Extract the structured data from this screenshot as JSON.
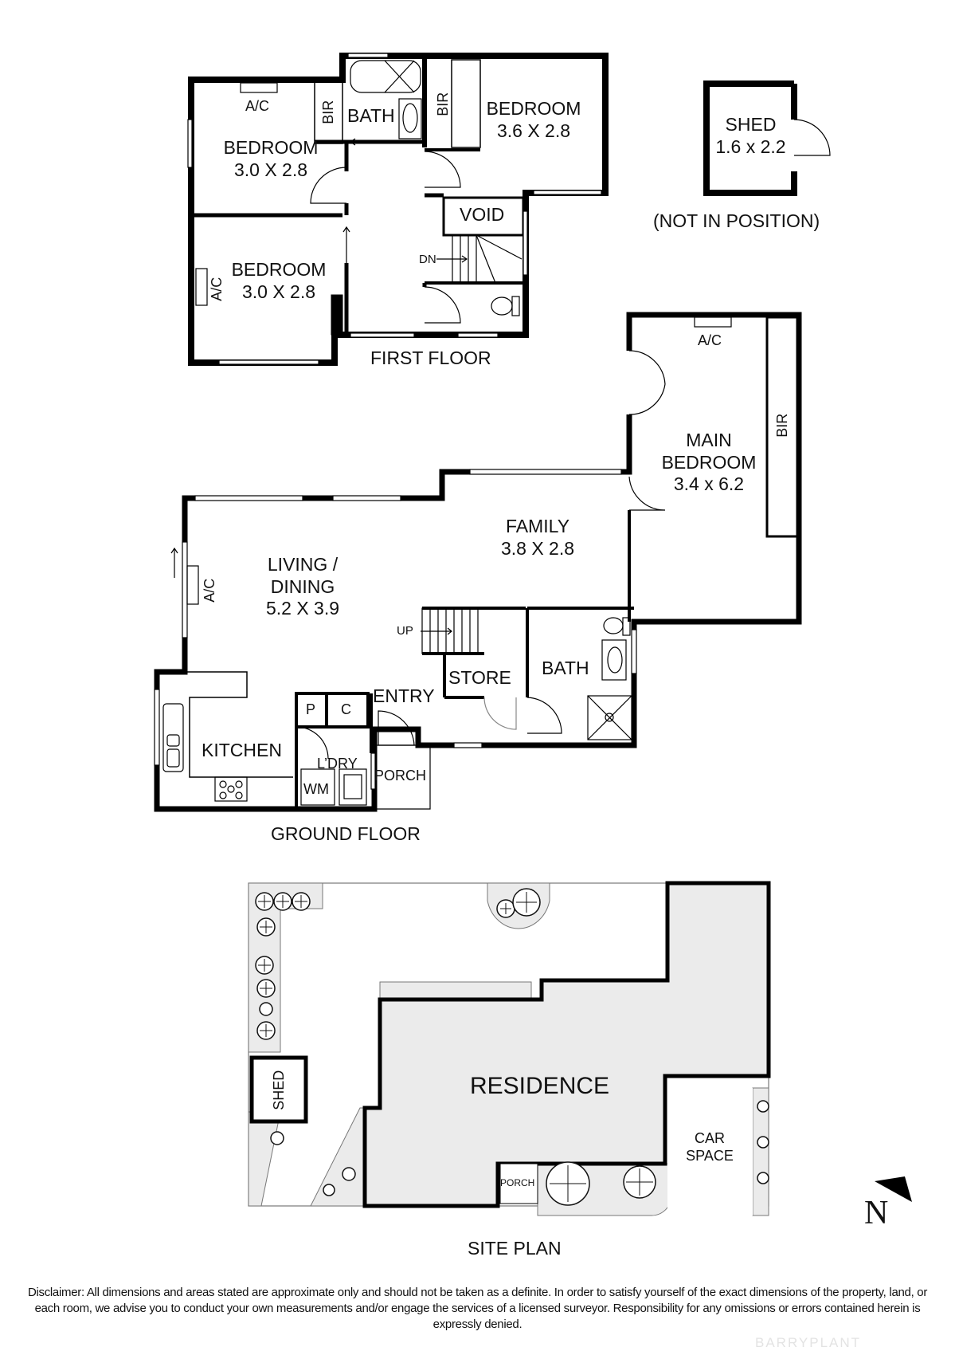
{
  "first_floor": {
    "title": "FIRST FLOOR",
    "rooms": [
      {
        "name": "BEDROOM",
        "size": "3.0 X 2.8"
      },
      {
        "name": "BEDROOM",
        "size": "3.0 X 2.8"
      },
      {
        "name": "BEDROOM",
        "size": "3.6 X 2.8"
      },
      {
        "name": "BATH"
      },
      {
        "name": "VOID"
      }
    ],
    "labels": {
      "bir_1": "BIR",
      "bir_2": "BIR",
      "ac_1": "A/C",
      "ac_2": "A/C",
      "stairs": "DN"
    }
  },
  "shed": {
    "name": "SHED",
    "size": "1.6 x 2.2",
    "note": "(NOT IN POSITION)"
  },
  "ground_floor": {
    "title": "GROUND FLOOR",
    "rooms": [
      {
        "name": "LIVING /",
        "name2": "DINING",
        "size": "5.2 X 3.9"
      },
      {
        "name": "FAMILY",
        "size": "3.8 X 2.8"
      },
      {
        "name": "MAIN",
        "name2": "BEDROOM",
        "size": "3.4 x 6.2"
      },
      {
        "name": "KITCHEN"
      },
      {
        "name": "STORE"
      },
      {
        "name": "BATH"
      },
      {
        "name": "ENTRY"
      },
      {
        "name": "L’DRY"
      },
      {
        "name": "PORCH"
      }
    ],
    "labels": {
      "ac_living": "A/C",
      "ac_main": "A/C",
      "bir": "BIR",
      "stairs": "UP",
      "pantry": "P",
      "cupboard": "C",
      "washing_machine": "WM"
    }
  },
  "site_plan": {
    "title": "SITE PLAN",
    "labels": {
      "residence": "RESIDENCE",
      "shed": "SHED",
      "car_space_1": "CAR",
      "car_space_2": "SPACE",
      "porch": "PORCH"
    }
  },
  "compass": {
    "label": "N"
  },
  "disclaimer": "Disclaimer: All dimensions and areas stated are approximate only and should not be taken as a definite. In order to satisfy yourself of the exact dimensions of the property, land, or each room, we advise you to conduct your own measurements and/or engage the services of a licensed surveyor. Responsibility for any omissions or errors contained herein is expressly denied.",
  "brand": "BARRYPLANT",
  "colors": {
    "wall": "#000000",
    "site_fill": "#ebebeb",
    "background": "#ffffff"
  }
}
